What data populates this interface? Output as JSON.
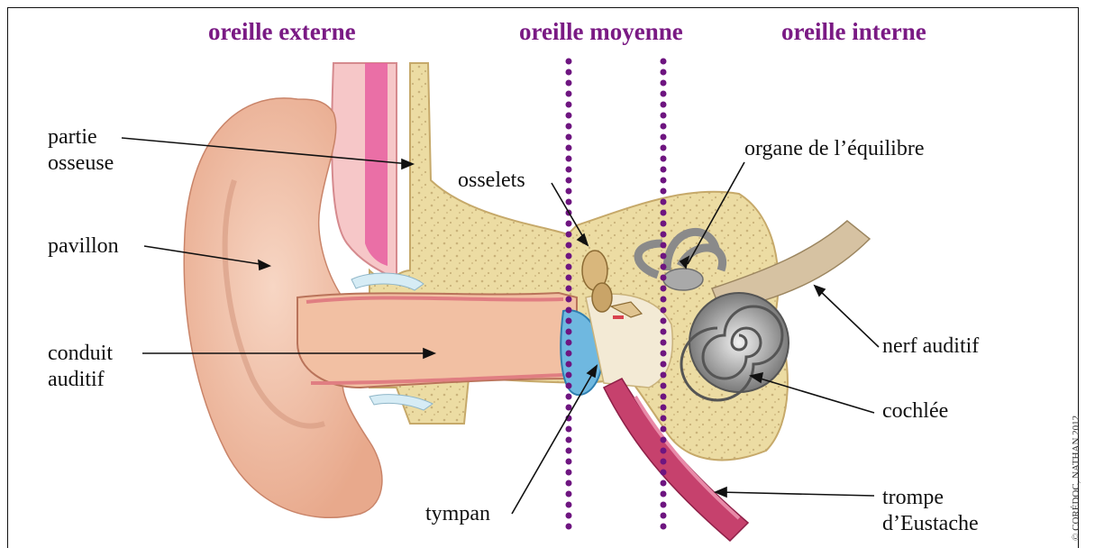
{
  "headers": {
    "outer": "oreille externe",
    "middle": "oreille moyenne",
    "inner": "oreille interne"
  },
  "labels": {
    "bony_part_line1": "partie",
    "bony_part_line2": "osseuse",
    "pinna": "pavillon",
    "canal_line1": "conduit",
    "canal_line2": "auditif",
    "ossicles": "osselets",
    "balance_organ": "organe de l’équilibre",
    "auditory_nerve": "nerf auditif",
    "cochlea": "cochlée",
    "eardrum": "tympan",
    "eustachian_line1": "trompe",
    "eustachian_line2": "d’Eustache"
  },
  "copyright": "© CORÉDOC, NATHAN 2012",
  "colors": {
    "header_text": "#7a1a84",
    "divider_dots": "#6e1580",
    "bone": "#ecdca3",
    "skin": "#f0c3a8",
    "membrane": "#6fb8e0"
  },
  "icons": [
    "ear-illustration",
    "cochlea-spiral",
    "semicircular-canals",
    "ossicles-chain"
  ]
}
